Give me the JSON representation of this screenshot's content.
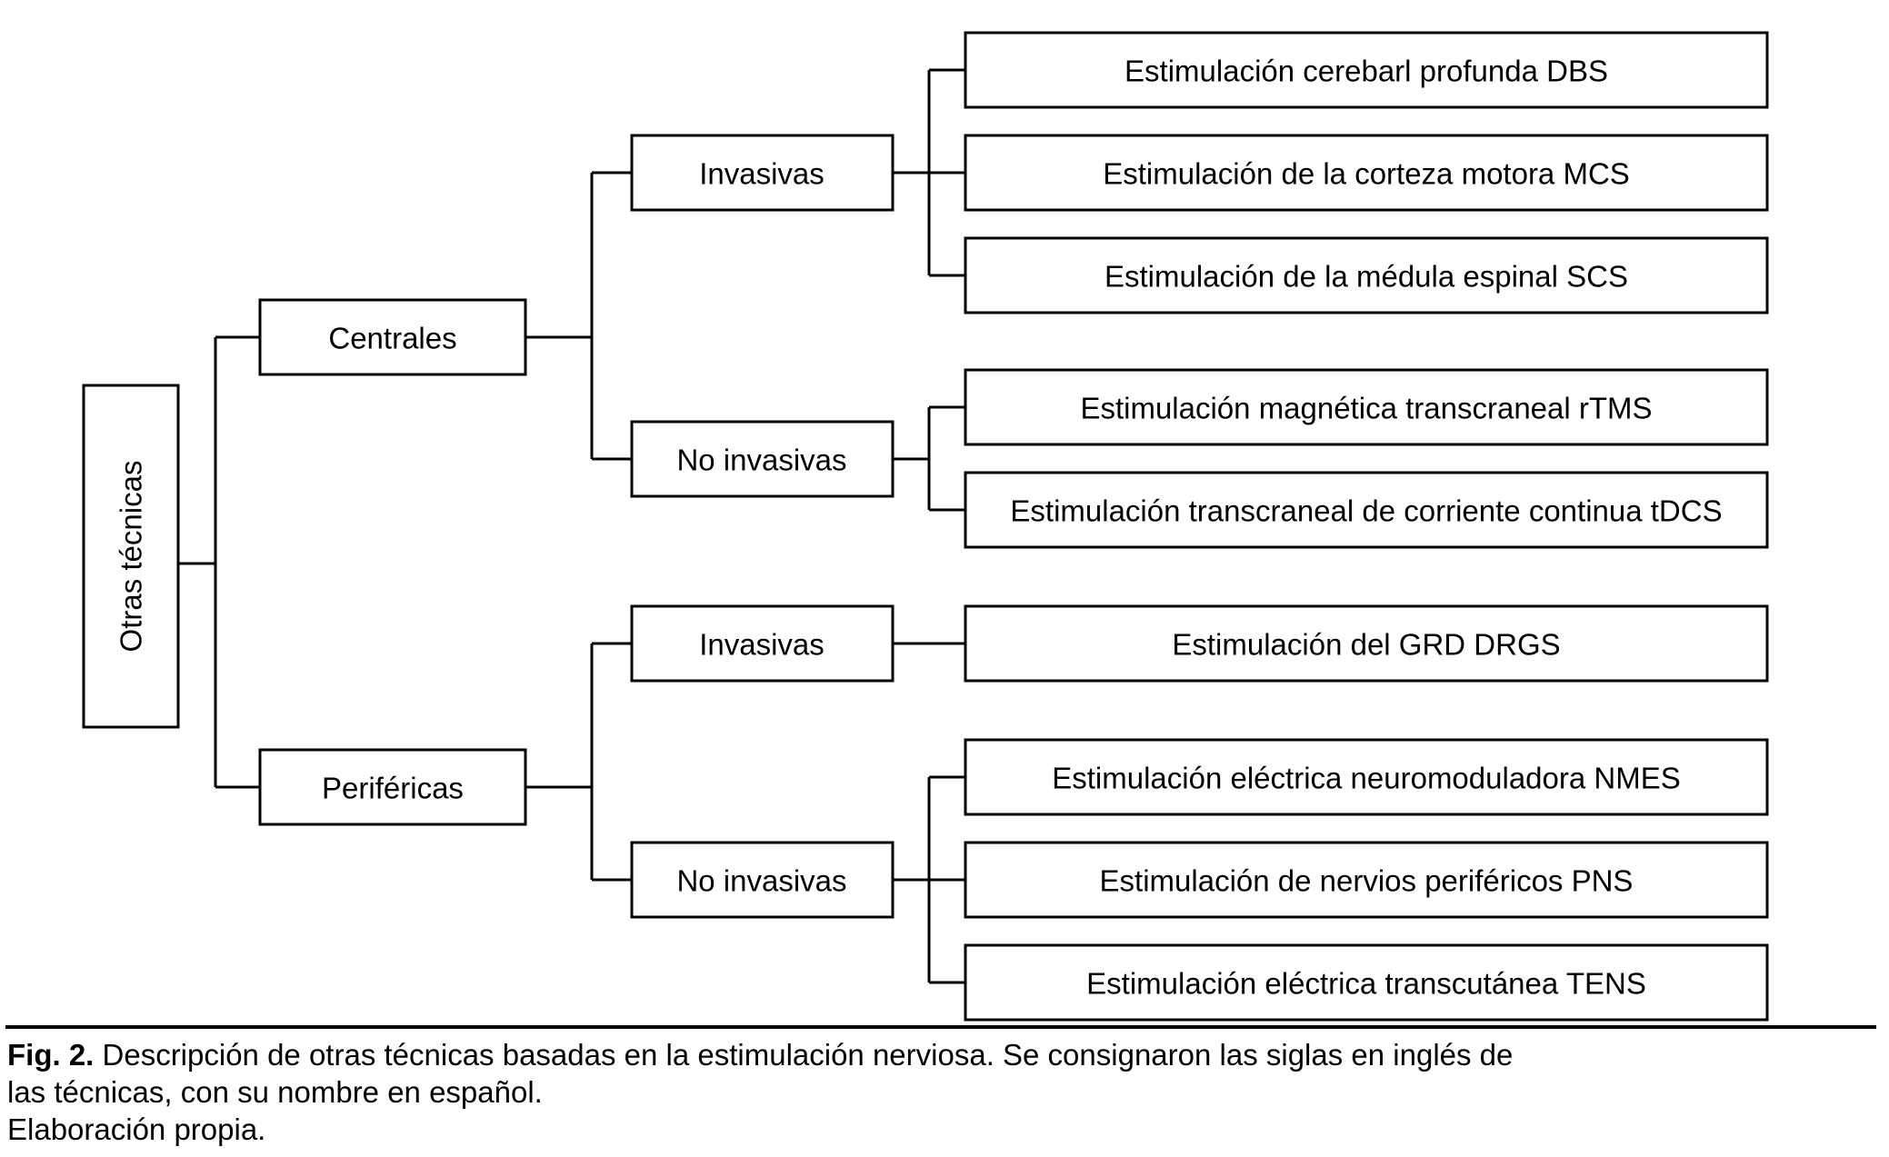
{
  "figure": {
    "root": {
      "label": "Otras técnicas",
      "orientation": "vertical"
    },
    "level1": [
      {
        "label": "Centrales"
      },
      {
        "label": "Periféricas"
      }
    ],
    "level2": [
      {
        "label": "Invasivas"
      },
      {
        "label": "No invasivas"
      },
      {
        "label": "Invasivas"
      },
      {
        "label": "No invasivas"
      }
    ],
    "leaves": [
      {
        "label": "Estimulación cerebarl profunda DBS"
      },
      {
        "label": "Estimulación de la corteza motora MCS"
      },
      {
        "label": "Estimulación de la médula espinal SCS"
      },
      {
        "label": "Estimulación magnética transcraneal rTMS"
      },
      {
        "label": "Estimulación transcraneal de corriente continua tDCS"
      },
      {
        "label": "Estimulación del GRD DRGS"
      },
      {
        "label": "Estimulación eléctrica neuromoduladora NMES"
      },
      {
        "label": "Estimulación de nervios periféricos PNS"
      },
      {
        "label": "Estimulación eléctrica transcutánea TENS"
      }
    ],
    "colors": {
      "stroke": "#000000",
      "fill": "#ffffff",
      "text": "#000000",
      "background": "#ffffff"
    }
  },
  "caption": {
    "figure_number": "Fig. 2.",
    "line1": " Descripción de otras técnicas basadas en la estimulación nerviosa. Se consignaron las siglas en inglés de",
    "line2": "las técnicas, con su nombre en español.",
    "line3": "Elaboración propia."
  }
}
